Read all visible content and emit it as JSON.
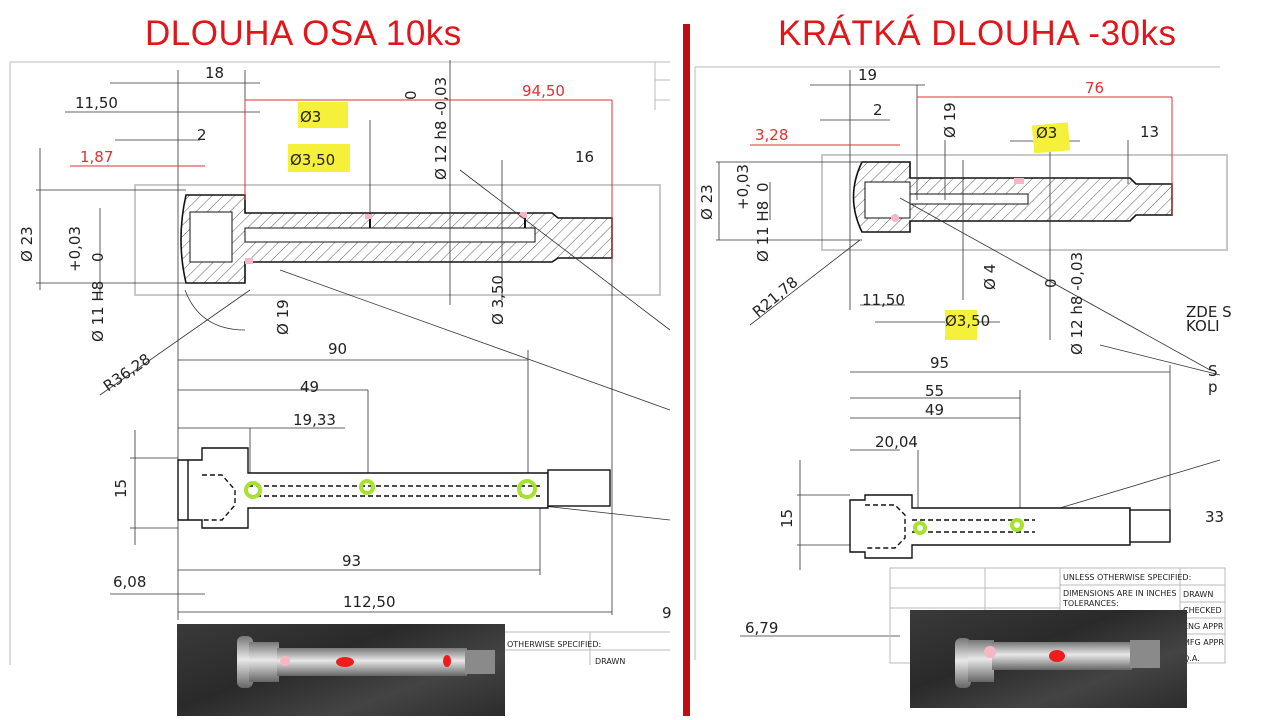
{
  "left_panel": {
    "title": "DLOUHA OSA 10ks",
    "dims": {
      "d18": "18",
      "d11_50": "11,50",
      "d2": "2",
      "d1_87": "1,87",
      "d94_50": "94,50",
      "d16": "16",
      "phi3": "Ø3",
      "phi3_50": "Ø3,50",
      "phi12": "Ø 12 h8 -0,03",
      "zero": "0",
      "phi23": "Ø 23",
      "tol": "+0,03",
      "tol0": "0",
      "phi11": "Ø 11 H8",
      "phi19": "Ø 19",
      "phi3_50b": "Ø 3,50",
      "r36": "R36,28",
      "d90": "90",
      "d49": "49",
      "d19_33": "19,33",
      "d15": "15",
      "d93": "93",
      "d6_08": "6,08",
      "d112_50": "112,50",
      "edge9": "9"
    },
    "title_block": {
      "spec": "OTHERWISE SPECIFIED:",
      "drawn": "DRAWN"
    }
  },
  "right_panel": {
    "title": "KRÁTKÁ DLOUHA -30ks",
    "dims": {
      "d19": "19",
      "d2": "2",
      "d3_28": "3,28",
      "d76": "76",
      "phi19": "Ø 19",
      "phi3": "Ø3",
      "d13": "13",
      "phi23": "Ø 23",
      "tol": "+0,03",
      "tol0": "0",
      "phi11": "Ø 11 H8",
      "r21": "R21,78",
      "d11_50": "11,50",
      "phi4": "Ø 4",
      "phi3_50": "Ø3,50",
      "zero": "0",
      "phi12": "Ø 12 h8 -0,03",
      "note1": "ZDE S",
      "note2": "KOLI",
      "d95": "95",
      "d55": "55",
      "d49": "49",
      "d20_04": "20,04",
      "d15": "15",
      "d6_79": "6,79",
      "d33": "33",
      "s": "S",
      "p": "p"
    },
    "title_block": {
      "spec": "UNLESS OTHERWISE SPECIFIED:",
      "dims_in": "DIMENSIONS ARE IN INCHES",
      "tolerances": "TOLERANCES:",
      "drawn": "DRAWN",
      "checked": "CHECKED",
      "eng": "ENG APPR",
      "mfg": "MFG APPR",
      "qa": "Q.A."
    }
  },
  "colors": {
    "title": "#e0161b",
    "divider": "#c00d12",
    "highlight": "#f5f03a",
    "marker": "#a6e22e"
  }
}
